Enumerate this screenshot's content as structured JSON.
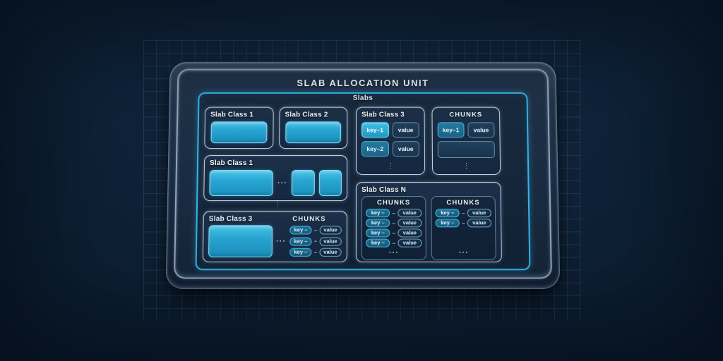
{
  "device": {
    "title": "SLAB ALLOCATION UNIT"
  },
  "colors": {
    "background": "#0d2034",
    "grid_line": "#84acd8",
    "cyan_border": "#35b4e6",
    "cyan_fill": "#28a6d3",
    "box_border": "#e4f0fa",
    "key_bright": "#2fb3dd",
    "key_teal": "#1f7398"
  },
  "slabs": {
    "label": "Slabs",
    "between_rows_more": "⋮",
    "slab_class_1_top": {
      "label": "Slab Class 1"
    },
    "slab_class_2": {
      "label": "Slab Class 2"
    },
    "slab_class_3_top": {
      "label": "Slab Class 3",
      "pairs": [
        {
          "key": "key–1",
          "value": "value"
        },
        {
          "key": "key–2",
          "value": "value"
        }
      ],
      "more": "⋮"
    },
    "chunks_top": {
      "label": "CHUNKS",
      "pairs": [
        {
          "key": "key–1",
          "value": "value"
        }
      ],
      "more": "⋮"
    },
    "slab_class_1_mid": {
      "label": "Slab Class 1",
      "more": "···"
    },
    "slab_class_3_bottom": {
      "label": "Slab Class 3",
      "chunks_label": "CHUNKS",
      "more": "···",
      "sep": "–",
      "pairs": [
        {
          "key": "key –",
          "value": "value"
        },
        {
          "key": "key –",
          "value": "value"
        },
        {
          "key": "key –",
          "value": "value"
        }
      ]
    },
    "slab_class_n": {
      "label": "Slab Class N",
      "chunks_left": {
        "label": "CHUNKS",
        "sep": "–",
        "pairs": [
          {
            "key": "key –",
            "value": "value"
          },
          {
            "key": "key –",
            "value": "value"
          },
          {
            "key": "key –",
            "value": "value"
          },
          {
            "key": "key –",
            "value": "value"
          }
        ],
        "more": "···"
      },
      "chunks_right": {
        "label": "CHUNKS",
        "sep": "–",
        "pairs": [
          {
            "key": "key –",
            "value": "value"
          },
          {
            "key": "key –",
            "value": "value"
          }
        ],
        "more": "···"
      }
    }
  }
}
